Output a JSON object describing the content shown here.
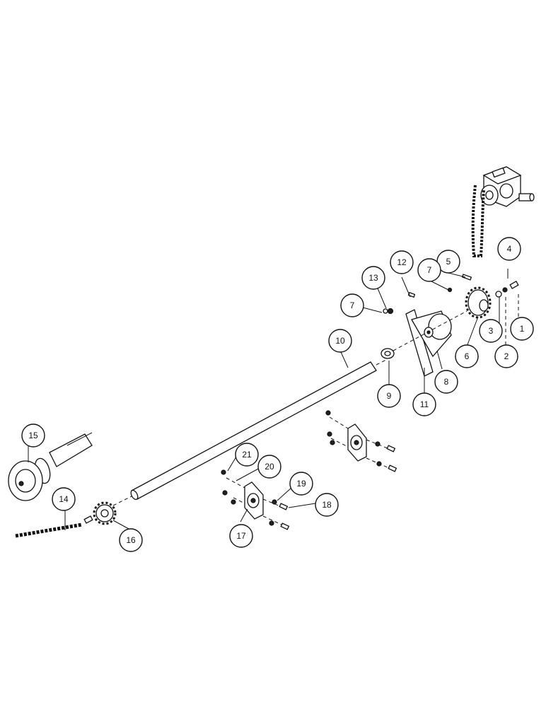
{
  "callouts": [
    {
      "id": "c1",
      "label": "1"
    },
    {
      "id": "c2",
      "label": "2"
    },
    {
      "id": "c3",
      "label": "3"
    },
    {
      "id": "c4",
      "label": "4"
    },
    {
      "id": "c5",
      "label": "5"
    },
    {
      "id": "c6",
      "label": "6"
    },
    {
      "id": "c7a",
      "label": "7"
    },
    {
      "id": "c7b",
      "label": "7"
    },
    {
      "id": "c8",
      "label": "8"
    },
    {
      "id": "c9",
      "label": "9"
    },
    {
      "id": "c10",
      "label": "10"
    },
    {
      "id": "c11",
      "label": "11"
    },
    {
      "id": "c12",
      "label": "12"
    },
    {
      "id": "c13",
      "label": "13"
    },
    {
      "id": "c14",
      "label": "14"
    },
    {
      "id": "c15",
      "label": "15"
    },
    {
      "id": "c16",
      "label": "16"
    },
    {
      "id": "c17",
      "label": "17"
    },
    {
      "id": "c18",
      "label": "18"
    },
    {
      "id": "c19",
      "label": "19"
    },
    {
      "id": "c20",
      "label": "20"
    },
    {
      "id": "c21",
      "label": "21"
    }
  ]
}
